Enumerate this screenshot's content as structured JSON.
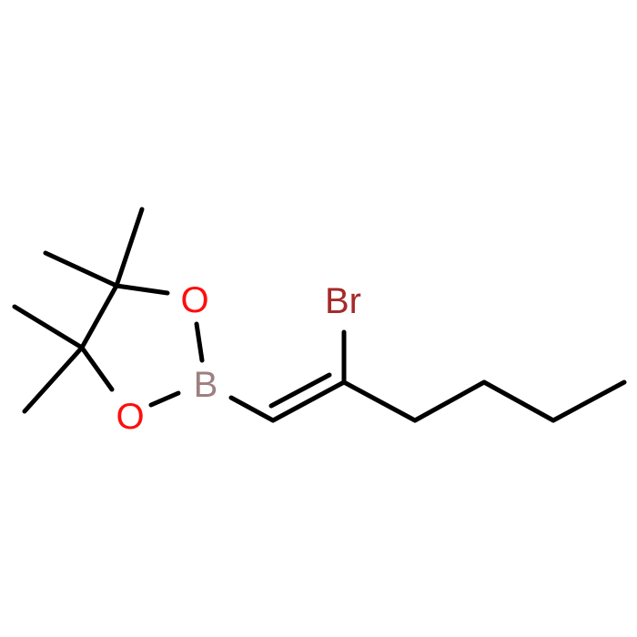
{
  "molecule": {
    "atoms": [
      {
        "id": "o1",
        "label": "O",
        "color": "#ff0d0d"
      },
      {
        "id": "o2",
        "label": "O",
        "color": "#ff0d0d"
      },
      {
        "id": "b",
        "label": "B",
        "color": "#9e7f7f"
      },
      {
        "id": "br",
        "label": "Br",
        "color": "#a52a2a"
      }
    ],
    "bond_color": "#000000"
  }
}
